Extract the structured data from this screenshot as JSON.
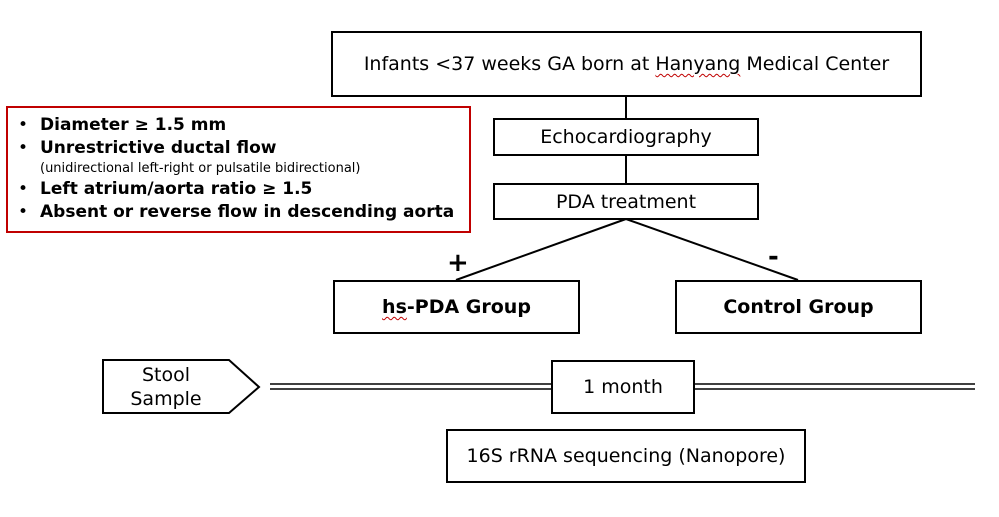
{
  "nodes": {
    "top": {
      "prefix": "Infants <37 weeks GA born at ",
      "underlined": "Hanyang",
      "suffix": " Medical Center"
    },
    "echo": "Echocardiography",
    "treatment": "PDA treatment",
    "hs_group": {
      "underlined": "hs",
      "rest": "-PDA Group"
    },
    "control_group": "Control Group",
    "timepoint": "1 month",
    "sequencing": "16S rRNA sequencing (Nanopore)",
    "stool": {
      "line1": "Stool",
      "line2": "Sample"
    }
  },
  "signs": {
    "plus": "+",
    "minus": "-"
  },
  "criteria": {
    "items": [
      {
        "label": "Diameter ≥ 1.5 mm",
        "sub": ""
      },
      {
        "label": "Unrestrictive ductal flow",
        "sub": "(unidirectional left-right or pulsatile bidirectional)"
      },
      {
        "label": "Left atrium/aorta ratio ≥ 1.5",
        "sub": ""
      },
      {
        "label": "Absent or reverse flow in descending aorta",
        "sub": ""
      }
    ]
  },
  "colors": {
    "criteria_border": "#c00000",
    "line": "#000000"
  }
}
